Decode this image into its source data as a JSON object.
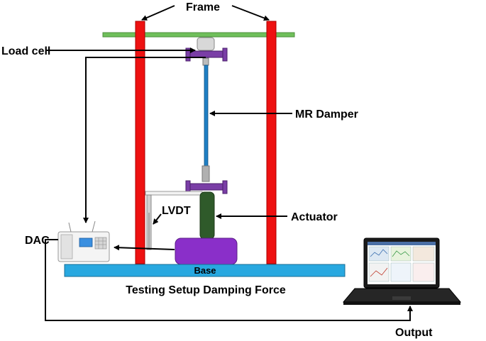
{
  "labels": {
    "frame": "Frame",
    "load_cell": "Load cell",
    "mr_damper": "MR Damper",
    "lvdt": "LVDT",
    "actuator": "Actuator",
    "dac": "DAC",
    "base": "Base",
    "caption": "Testing Setup Damping Force",
    "output": "Output"
  },
  "colors": {
    "frame": "#ee1111",
    "top_beam": "#6fbf5a",
    "base": "#28a8e0",
    "damper_rod": "#1f7fc4",
    "clamp": "#7a3ea6",
    "actuator": "#2f5a2a",
    "mass": "#8a2fc9"
  }
}
